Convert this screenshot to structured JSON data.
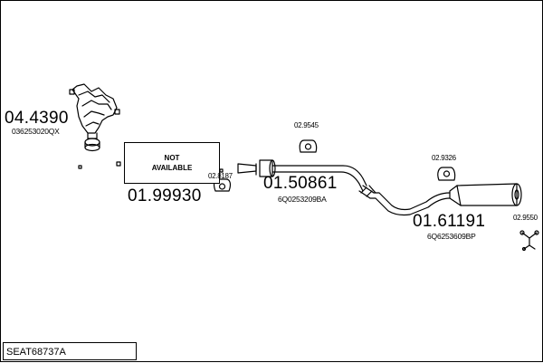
{
  "colors": {
    "line": "#000000",
    "fill": "#ffffff",
    "background": "#ffffff"
  },
  "parts": [
    {
      "number": "04.4390",
      "oe_ref": "036253020QX",
      "icon": "catalytic-converter-manifold-icon"
    },
    {
      "number": "01.99930",
      "status_line1": "NOT",
      "status_line2": "AVAILABLE",
      "icon": "front-pipe-icon"
    },
    {
      "number": "01.50861",
      "oe_ref": "6Q0253209BA",
      "icon": "middle-silencer-icon"
    },
    {
      "number": "01.61191",
      "oe_ref": "6Q6253609BP",
      "icon": "rear-silencer-icon"
    }
  ],
  "fittings": [
    {
      "number": "02.8187",
      "icon": "rubber-mount-icon"
    },
    {
      "number": "02.9545",
      "icon": "rubber-mount-icon"
    },
    {
      "number": "02.9326",
      "icon": "rubber-mount-icon"
    },
    {
      "number": "02.9550",
      "icon": "bracket-icon"
    }
  ],
  "footer": {
    "code": "SEAT68737A"
  }
}
